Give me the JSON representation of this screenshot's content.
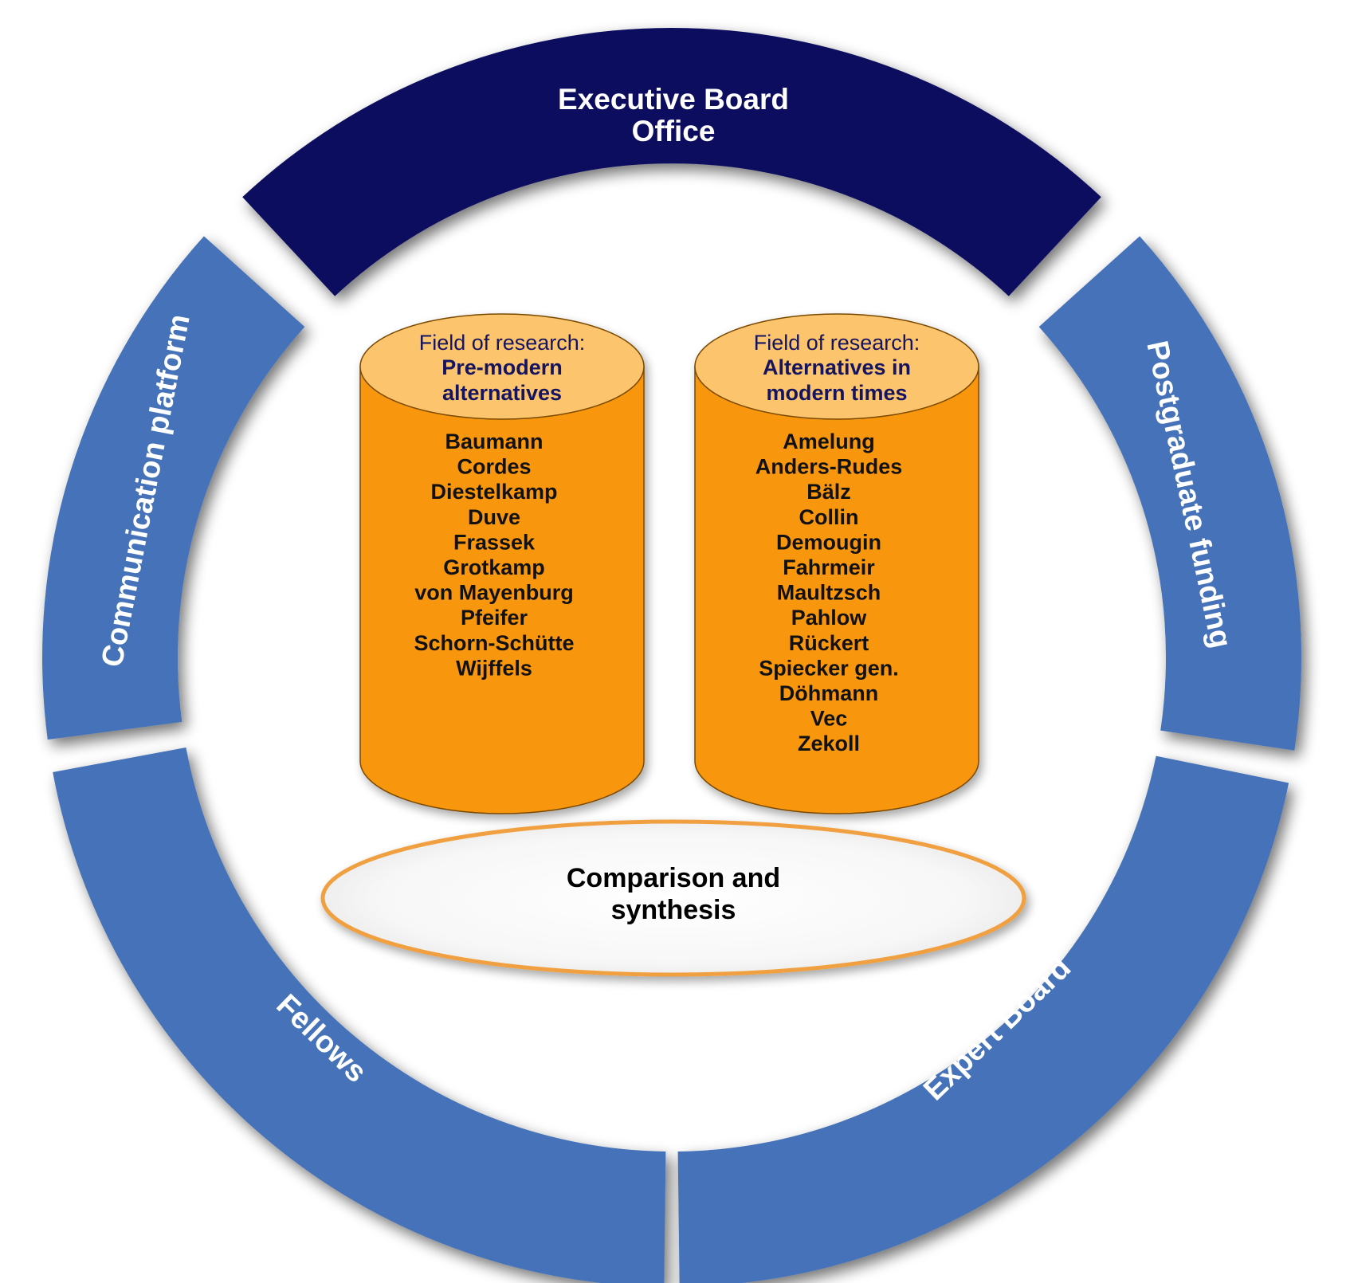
{
  "ring": {
    "top": {
      "line1": "Executive Board",
      "line2": "Office"
    },
    "left": "Communication platform",
    "right": "Postgraduate funding",
    "bottom_left": "Fellows",
    "bottom_right": "Expert Board"
  },
  "fields": [
    {
      "heading": "Field of research:",
      "title_line1": "Pre-modern",
      "title_line2": "alternatives",
      "names": [
        "Baumann",
        "Cordes",
        "Diestelkamp",
        "Duve",
        "Frassek",
        "Grotkamp",
        "von Mayenburg",
        "Pfeifer",
        "Schorn-Schütte",
        "Wijffels"
      ]
    },
    {
      "heading": "Field of research:",
      "title_line1": "Alternatives in",
      "title_line2": "modern times",
      "names": [
        "Amelung",
        "Anders-Rudes",
        "Bälz",
        "Collin",
        "Demougin",
        "Fahrmeir",
        "Maultzsch",
        "Pahlow",
        "Rückert",
        "Spiecker gen.",
        "Döhmann",
        "Vec",
        "Zekoll"
      ]
    }
  ],
  "center": {
    "line1": "Comparison and",
    "line2": "synthesis"
  },
  "colors": {
    "ring_blue": "#4472b8",
    "ring_dark": "#0d0d5e",
    "cylinder_body": "#f8960a",
    "cylinder_top": "#fcc46c",
    "ellipse_border": "#f0a040"
  }
}
